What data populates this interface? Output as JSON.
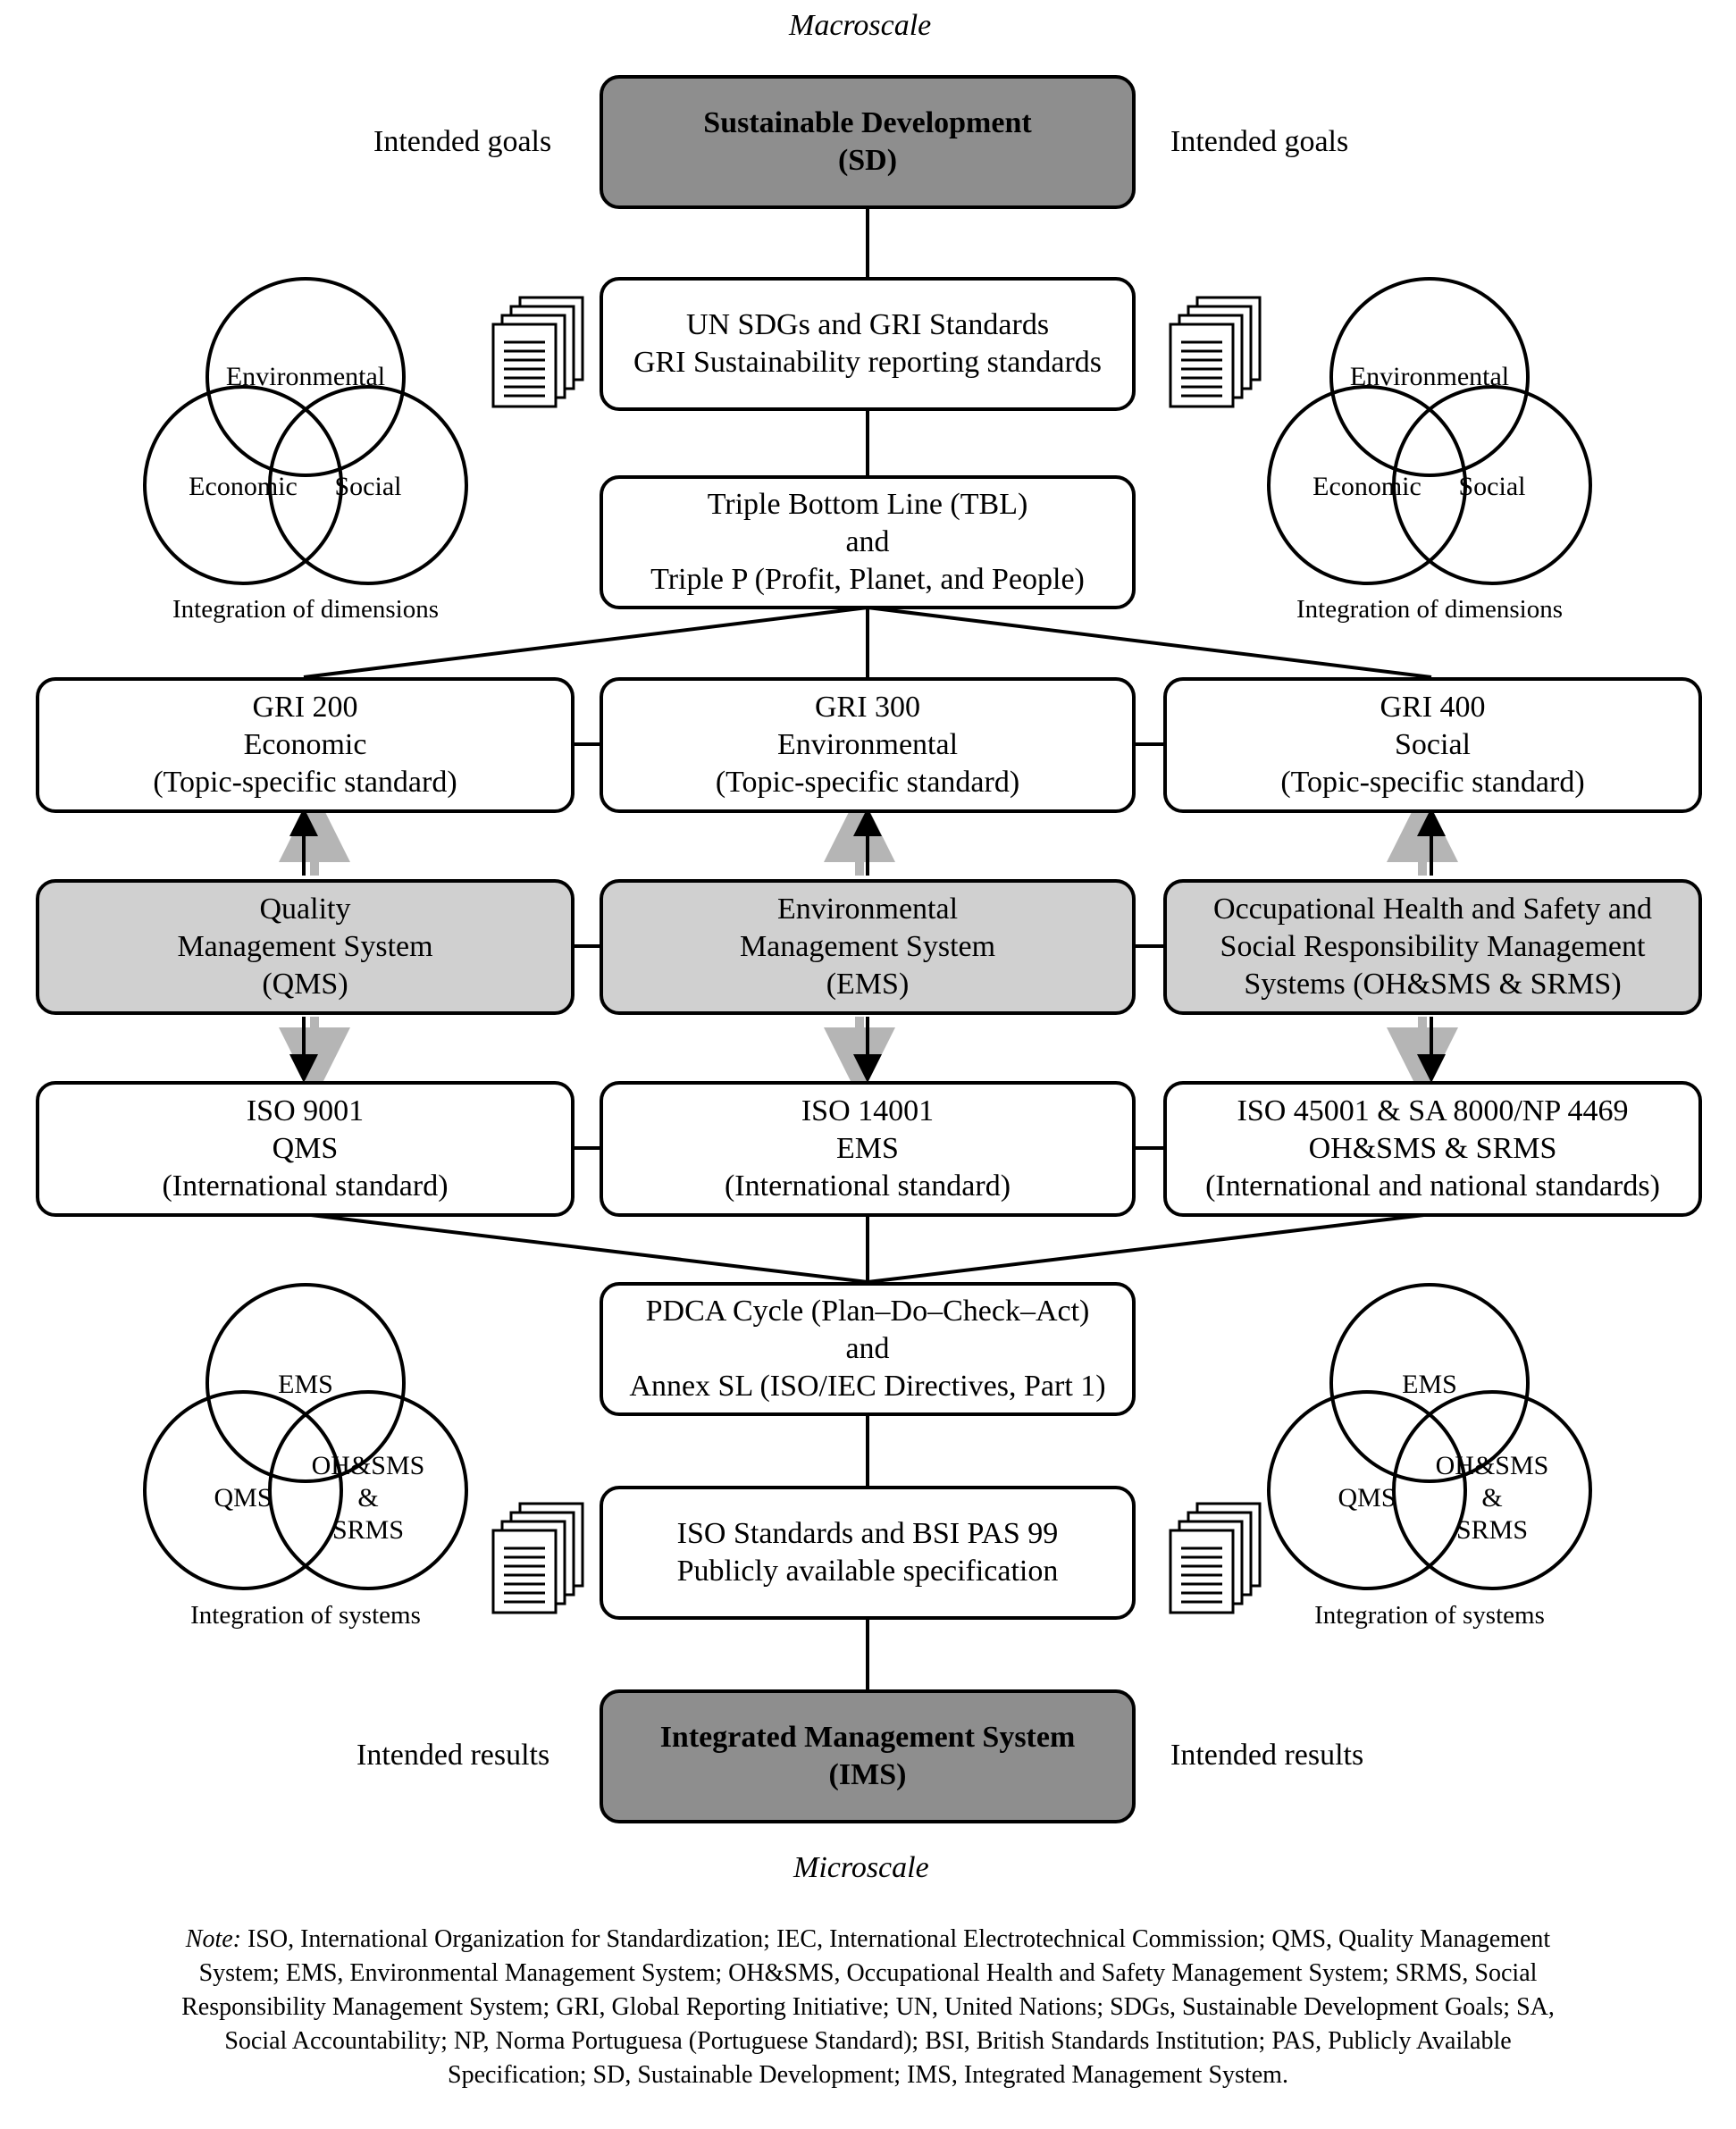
{
  "scale": {
    "top": "Macroscale",
    "bottom": "Microscale"
  },
  "side_labels": {
    "top_left": "Intended goals",
    "top_right": "Intended goals",
    "bottom_left": "Intended results",
    "bottom_right": "Intended results"
  },
  "boxes": {
    "sd": [
      "Sustainable Development",
      "(SD)"
    ],
    "un_sdgs": [
      "UN SDGs and GRI Standards",
      "GRI Sustainability reporting standards"
    ],
    "tbl": [
      "Triple Bottom Line (TBL)",
      "and",
      "Triple P (Profit, Planet, and People)"
    ],
    "gri200": [
      "GRI 200",
      "Economic",
      "(Topic-specific standard)"
    ],
    "gri300": [
      "GRI 300",
      "Environmental",
      "(Topic-specific standard)"
    ],
    "gri400": [
      "GRI 400",
      "Social",
      "(Topic-specific standard)"
    ],
    "qms": [
      "Quality",
      "Management System",
      "(QMS)"
    ],
    "ems": [
      "Environmental",
      "Management System",
      "(EMS)"
    ],
    "ohs": [
      "Occupational Health and Safety and",
      "Social Responsibility Management",
      "Systems (OH&SMS & SRMS)"
    ],
    "iso9001": [
      "ISO 9001",
      "QMS",
      "(International standard)"
    ],
    "iso14001": [
      "ISO 14001",
      "EMS",
      "(International standard)"
    ],
    "iso45001": [
      "ISO 45001 & SA 8000/NP 4469",
      "OH&SMS & SRMS",
      "(International and national standards)"
    ],
    "pdca": [
      "PDCA Cycle (Plan–Do–Check–Act)",
      "and",
      "Annex SL (ISO/IEC Directives, Part 1)"
    ],
    "iso_bsi": [
      "ISO Standards and BSI PAS 99",
      "Publicly available specification"
    ],
    "ims": [
      "Integrated Management System",
      "(IMS)"
    ]
  },
  "venn_dimensions": {
    "top": "Environmental",
    "left": "Economic",
    "right": "Social",
    "caption": "Integration of dimensions"
  },
  "venn_systems": {
    "top": "EMS",
    "left": "QMS",
    "right": [
      "OH&SMS",
      "&",
      "SRMS"
    ],
    "caption": "Integration of systems"
  },
  "icons": [
    "document-stack-icon"
  ],
  "note": {
    "label": "Note:",
    "text": " ISO, International Organization for Standardization; IEC, International Electrotechnical Commission; QMS, Quality Management System; EMS, Environmental Management System; OH&SMS, Occupational Health and Safety Management System; SRMS, Social Responsibility Management System; GRI, Global Reporting Initiative; UN, United Nations; SDGs, Sustainable Development Goals; SA, Social Accountability; NP, Norma Portuguesa (Portuguese Standard); BSI, British Standards Institution; PAS, Publicly Available Specification; SD, Sustainable Development; IMS, Integrated Management System."
  },
  "colors": {
    "dark_box": "#8e8e8e",
    "gray_box": "#d0d0d0",
    "arrow_shadow": "#b5b5b5"
  }
}
